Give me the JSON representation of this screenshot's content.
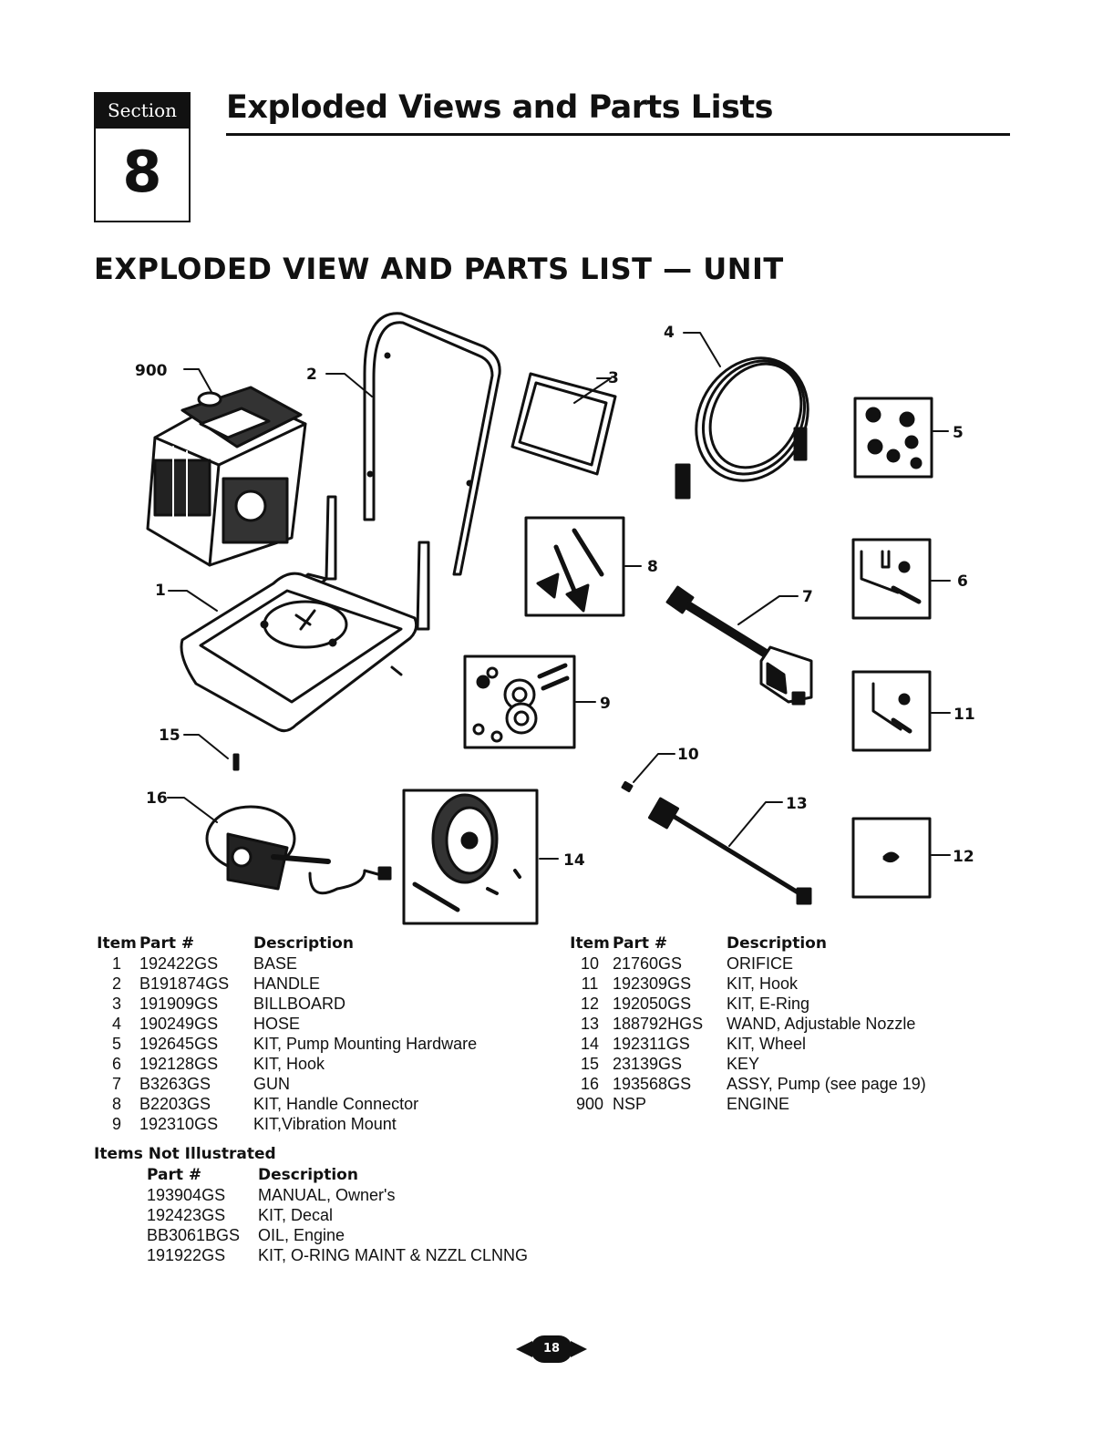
{
  "section": {
    "label": "Section",
    "number": "8"
  },
  "title": "Exploded Views and Parts Lists",
  "subtitle": "EXPLODED VIEW AND PARTS LIST — UNIT",
  "callouts": {
    "c900": "900",
    "c1": "1",
    "c2": "2",
    "c3": "3",
    "c4": "4",
    "c5": "5",
    "c6": "6",
    "c7": "7",
    "c8": "8",
    "c9": "9",
    "c10": "10",
    "c11": "11",
    "c12": "12",
    "c13": "13",
    "c14": "14",
    "c15": "15",
    "c16": "16"
  },
  "headers": {
    "item": "Item",
    "part": "Part #",
    "description": "Description"
  },
  "parts_left": [
    {
      "item": "1",
      "part": "192422GS",
      "description": "BASE"
    },
    {
      "item": "2",
      "part": "B191874GS",
      "description": "HANDLE"
    },
    {
      "item": "3",
      "part": "191909GS",
      "description": "BILLBOARD"
    },
    {
      "item": "4",
      "part": "190249GS",
      "description": "HOSE"
    },
    {
      "item": "5",
      "part": "192645GS",
      "description": "KIT, Pump Mounting Hardware"
    },
    {
      "item": "6",
      "part": "192128GS",
      "description": "KIT, Hook"
    },
    {
      "item": "7",
      "part": "B3263GS",
      "description": "GUN"
    },
    {
      "item": "8",
      "part": "B2203GS",
      "description": "KIT, Handle Connector"
    },
    {
      "item": "9",
      "part": "192310GS",
      "description": "KIT,Vibration Mount"
    }
  ],
  "parts_right": [
    {
      "item": "10",
      "part": "21760GS",
      "description": "ORIFICE"
    },
    {
      "item": "11",
      "part": "192309GS",
      "description": "KIT, Hook"
    },
    {
      "item": "12",
      "part": "192050GS",
      "description": "KIT, E-Ring"
    },
    {
      "item": "13",
      "part": "188792HGS",
      "description": "WAND, Adjustable Nozzle"
    },
    {
      "item": "14",
      "part": "192311GS",
      "description": "KIT, Wheel"
    },
    {
      "item": "15",
      "part": "23139GS",
      "description": "KEY"
    },
    {
      "item": "16",
      "part": "193568GS",
      "description": "ASSY, Pump (see page 19)"
    },
    {
      "item": "900",
      "part": "NSP",
      "description": "ENGINE"
    }
  ],
  "not_illustrated": {
    "title": "Items Not Illustrated",
    "rows": [
      {
        "part": "193904GS",
        "description": "MANUAL, Owner's"
      },
      {
        "part": "192423GS",
        "description": "KIT, Decal"
      },
      {
        "part": "BB3061BGS",
        "description": "OIL, Engine"
      },
      {
        "part": "191922GS",
        "description": "KIT, O-RING MAINT & NZZL CLNNG"
      }
    ]
  },
  "page_number": "18"
}
